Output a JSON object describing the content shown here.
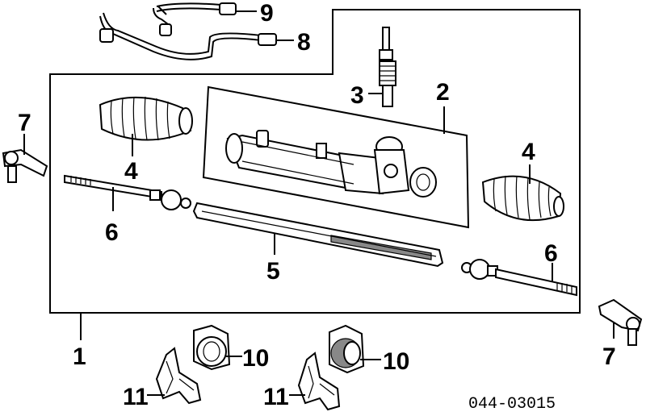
{
  "diagram": {
    "part_code": "044-03015",
    "callouts": {
      "c1": "1",
      "c2": "2",
      "c3": "3",
      "c4_left": "4",
      "c4_right": "4",
      "c5": "5",
      "c6_left": "6",
      "c6_right": "6",
      "c7_left": "7",
      "c7_right": "7",
      "c8": "8",
      "c9": "9",
      "c10_left": "10",
      "c10_right": "10",
      "c11_left": "11",
      "c11_right": "11"
    }
  }
}
